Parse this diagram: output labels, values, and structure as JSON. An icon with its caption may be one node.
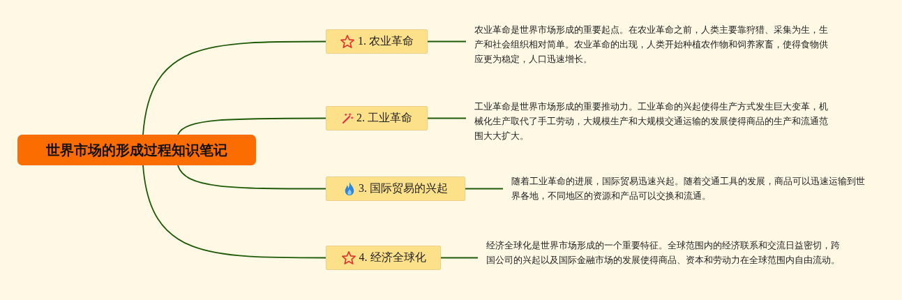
{
  "diagram": {
    "nodes": [
      {
        "text": [
          "世界市场的形成过程知识笔记"
        ]
      },
      {
        "text": [
          "1. 农业革命"
        ]
      },
      {
        "text": [
          "2. 工业革命"
        ]
      },
      {
        "text": [
          "3. 国际贸易的兴起"
        ]
      },
      {
        "text": [
          "4. 经济全球化"
        ]
      },
      {
        "text": [
          "农业革命是世界市场形成的重要起点。在农业革命之前，人类主要靠狩猎、采集为生，生产和社会组织相对简单。农业革命的出现，人类开始种植农作物和饲养家畜，使得食物供应更为稳定，人口迅速增长。"
        ]
      },
      {
        "text": [
          "工业革命是世界市场形成的重要推动力。工业革命的兴起使得生产方式发生巨大变革，机械化生产取代了手工劳动，大规模生产和大规模交通运输的发展使得商品的生产和流通范围大大扩大。"
        ]
      },
      {
        "text": [
          "随着工业革命的进展，国际贸易迅速兴起。随着交通工具的发展，商品可以迅速运输到世界各地，不同地区的资源和产品可以交换和流通。"
        ]
      },
      {
        "text": [
          "经济全球化是世界市场形成的一个重要特征。全球范围内的经济联系和交流日益密切，跨国公司的兴起以及国际金融市场的发展使得商品、资本和劳动力在全球范围内自由流动。"
        ]
      }
    ],
    "edges": [
      {
        "from": 0,
        "to": 1,
        "arrow": "none"
      },
      {
        "from": 0,
        "to": 2,
        "arrow": "none"
      },
      {
        "from": 0,
        "to": 3,
        "arrow": "none"
      },
      {
        "from": 0,
        "to": 4,
        "arrow": "none"
      },
      {
        "from": 1,
        "to": 5,
        "arrow": "none"
      },
      {
        "from": 2,
        "to": 6,
        "arrow": "none"
      },
      {
        "from": 3,
        "to": 7,
        "arrow": "none"
      },
      {
        "from": 4,
        "to": 8,
        "arrow": "none"
      }
    ]
  }
}
